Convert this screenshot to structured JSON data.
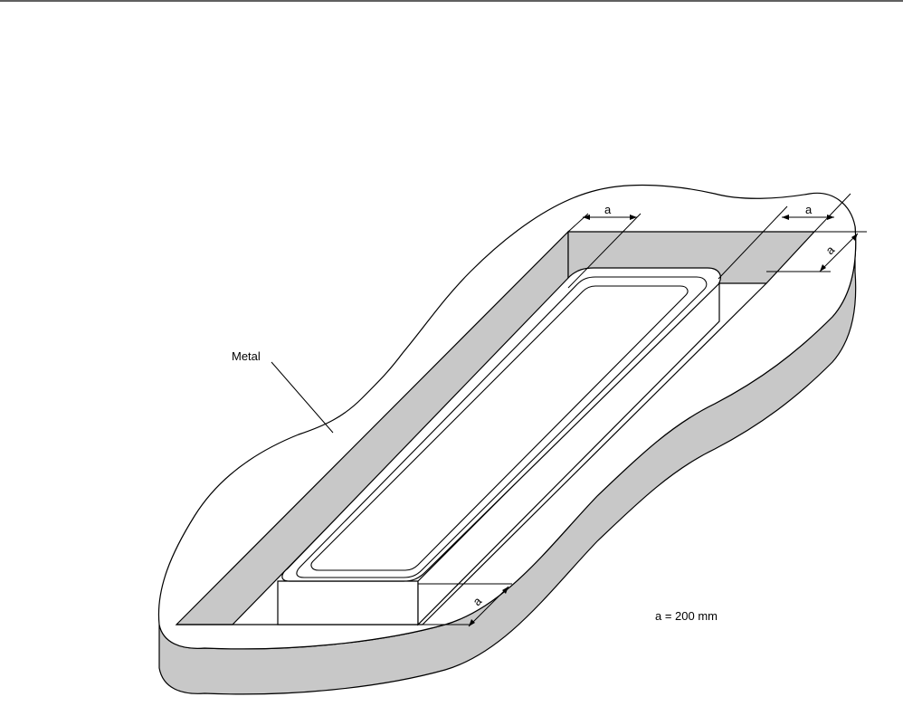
{
  "figure": {
    "metal_label": "Metal",
    "dimension_symbol": "a",
    "dimension_note": "a = 200 mm"
  },
  "colors": {
    "line": "#000000",
    "shaded_surface": "#c8c8c8",
    "background": "#ffffff"
  }
}
